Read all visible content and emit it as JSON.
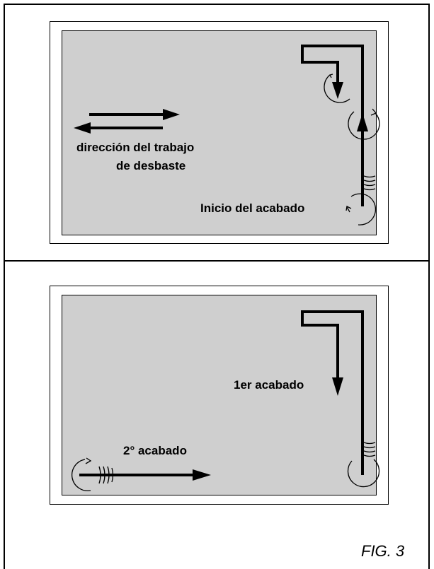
{
  "diagram": {
    "top": {
      "direction_label_line1": "dirección del trabajo",
      "direction_label_line2": "de desbaste",
      "start_label": "Inicio del acabado"
    },
    "bottom": {
      "first_finish_label": "1er acabado",
      "second_finish_label": "2° acabado"
    },
    "figure_label": "FIG. 3"
  },
  "colors": {
    "plate": "#cfcfcf",
    "line": "#000000",
    "background": "#ffffff"
  }
}
